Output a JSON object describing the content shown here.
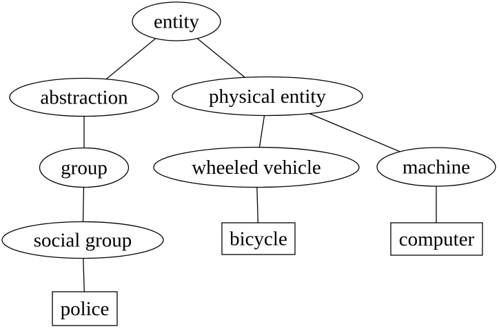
{
  "diagram": {
    "type": "tree-hierarchy",
    "background_color": "#ffffff",
    "node_fill_color": "#ffffff",
    "node_stroke_color": "#000000",
    "text_color": "#000000",
    "nodes": {
      "entity": {
        "label": "entity",
        "shape": "ellipse"
      },
      "abstraction": {
        "label": "abstraction",
        "shape": "ellipse"
      },
      "physical_entity": {
        "label": "physical entity",
        "shape": "ellipse"
      },
      "group": {
        "label": "group",
        "shape": "ellipse"
      },
      "social_group": {
        "label": "social group",
        "shape": "ellipse"
      },
      "wheeled_vehicle": {
        "label": "wheeled vehicle",
        "shape": "ellipse"
      },
      "machine": {
        "label": "machine",
        "shape": "ellipse"
      },
      "police": {
        "label": "police",
        "shape": "box"
      },
      "bicycle": {
        "label": "bicycle",
        "shape": "box"
      },
      "computer": {
        "label": "computer",
        "shape": "box"
      }
    },
    "edges": [
      {
        "from": "entity",
        "to": "abstraction"
      },
      {
        "from": "entity",
        "to": "physical_entity"
      },
      {
        "from": "abstraction",
        "to": "group"
      },
      {
        "from": "group",
        "to": "social_group"
      },
      {
        "from": "social_group",
        "to": "police"
      },
      {
        "from": "physical_entity",
        "to": "wheeled_vehicle"
      },
      {
        "from": "physical_entity",
        "to": "machine"
      },
      {
        "from": "wheeled_vehicle",
        "to": "bicycle"
      },
      {
        "from": "machine",
        "to": "computer"
      }
    ]
  }
}
